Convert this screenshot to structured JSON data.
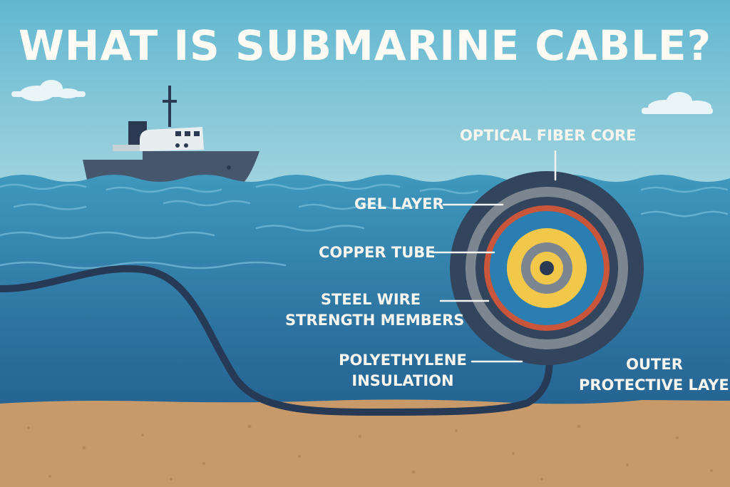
{
  "title": "WHAT IS SUBMARINE CABLE?",
  "labels": {
    "optical_fiber_core": "OPTICAL FIBER CORE",
    "gel_layer": "GEL LAYER",
    "copper_tube": "COPPER TUBE",
    "steel_wire": [
      "STEEL WIRE",
      "STRENGTH MEMBERS"
    ],
    "polyethylene": [
      "POLYETHYLENE",
      "INSULATION"
    ],
    "outer_layer": [
      "OUTER",
      "PROTECTIVE LAYER"
    ]
  },
  "colors": {
    "sky": "#6cbdd3",
    "sea_surface": "#3e93b8",
    "sea_deep": "#235d86",
    "sand": "#c79a68",
    "cable": "#283a56",
    "outer_ring": "#34465f",
    "gray_ring": "#7d8791",
    "copper_ring": "#c9553a",
    "inner_blue": "#2a7eb1",
    "yellow_ring": "#f1c84a"
  }
}
